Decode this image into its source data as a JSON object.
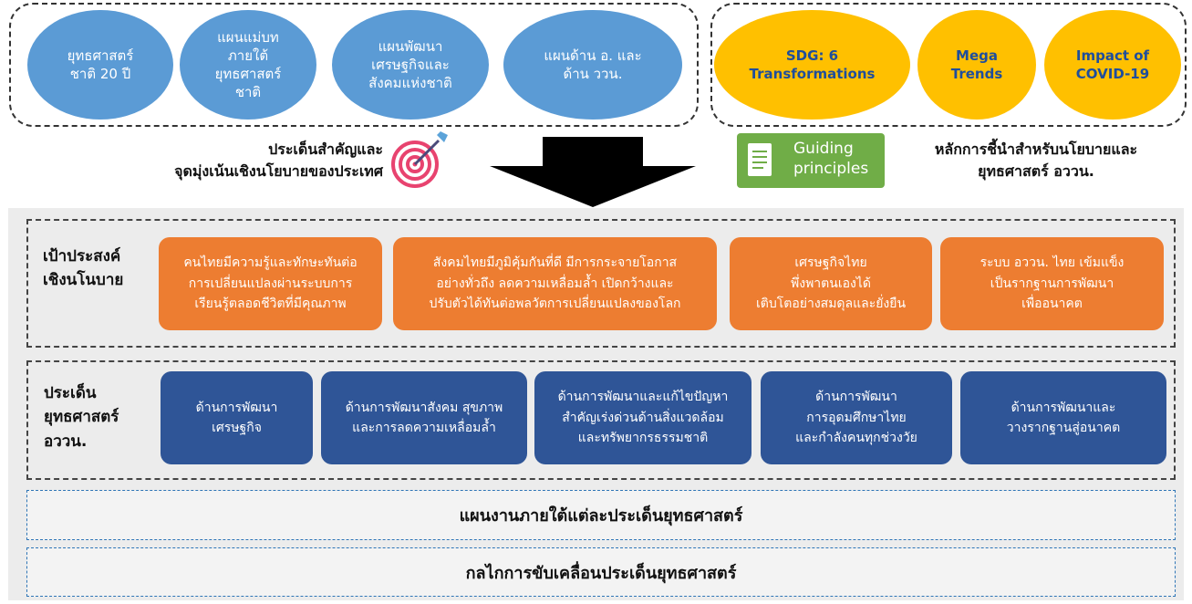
{
  "top_left_ovals": [
    "ยุทธศาสตร์\nชาติ 20 ปี",
    "แผนแม่บท\nภายใต้\nยุทธศาสตร์\nชาติ",
    "แผนพัฒนา\nเศรษฐกิจและ\nสังคมแห่งชาติ",
    "แผนด้าน อ. และ\nด้าน ววน."
  ],
  "top_right_ovals": [
    "SDG: 6\nTransformations",
    "Mega\nTrends",
    "Impact of\nCOVID-19"
  ],
  "left_caption": "ประเด็นสำคัญและ\nจุดมุ่งเน้นเชิงนโยบายของประเทศ",
  "guiding_logo": {
    "line1": "Guiding",
    "line2": "principles",
    "color": "#70ad47"
  },
  "right_caption": "หลักการชี้นำสำหรับนโยบายและ\nยุทธศาสตร์ อววน.",
  "policy_row": {
    "label": "เป้าประสงค์\nเชิงนโนบาย",
    "boxes": [
      "คนไทยมีความรู้และทักษะทันต่อ\nการเปลี่ยนแปลงผ่านระบบการ\nเรียนรู้ตลอดชีวิตที่มีคุณภาพ",
      "สังคมไทยมีภูมิคุ้มกันที่ดี มีการกระจายโอกาส\nอย่างทั่วถึง ลดความเหลื่อมล้ำ เปิดกว้างและ\nปรับตัวได้ทันต่อพลวัตการเปลี่ยนแปลงของโลก",
      "เศรษฐกิจไทย\nพึ่งพาตนเองได้\nเติบโตอย่างสมดุลและยั่งยืน",
      "ระบบ อววน. ไทย เข้มแข็ง\nเป็นรากฐานการพัฒนา\nเพื่ออนาคต"
    ]
  },
  "strategy_row": {
    "label": "ประเด็น\nยุทธศาสตร์\nอววน.",
    "boxes": [
      "ด้านการพัฒนา\nเศรษฐกิจ",
      "ด้านการพัฒนาสังคม สุขภาพ\nและการลดความเหลื่อมล้ำ",
      "ด้านการพัฒนาและแก้ไขปัญหา\nสำคัญเร่งด่วนด้านสิ่งแวดล้อม\nและทรัพยากรธรรมชาติ",
      "ด้านการพัฒนา\nการอุดมศึกษาไทย\nและกำลังคนทุกช่วงวัย",
      "ด้านการพัฒนาและ\nวางรากฐานสู่อนาคต"
    ]
  },
  "bottom_bars": [
    "แผนงานภายใต้แต่ละประเด็นยุทธศาสตร์",
    "กลไกการขับเคลื่อนประเด็นยุทธศาสตร์"
  ],
  "colors": {
    "blue_oval": "#5b9bd5",
    "yellow_oval": "#ffc000",
    "orange_box": "#ed7d31",
    "navy_box": "#2f5597",
    "panel_bg": "#ececec"
  }
}
